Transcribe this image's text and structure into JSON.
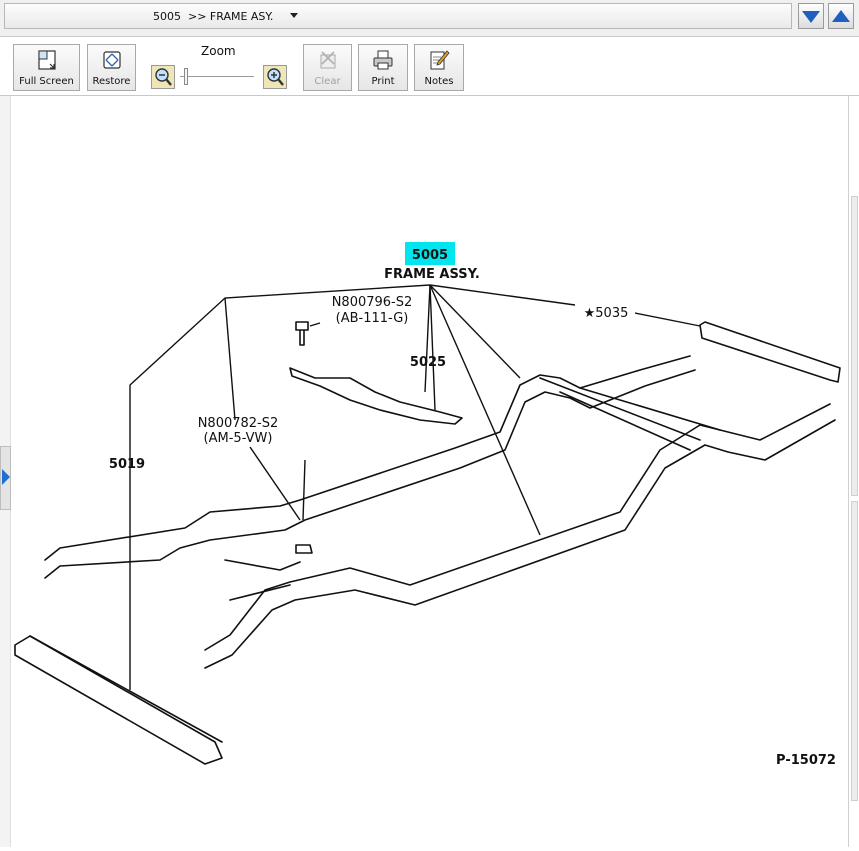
{
  "breadcrumb": {
    "text": "5005  >> FRAME ASY."
  },
  "toolbar": {
    "full_screen": "Full Screen",
    "restore": "Restore",
    "zoom": "Zoom",
    "clear": "Clear",
    "print": "Print",
    "notes": "Notes"
  },
  "diagram": {
    "highlight_part": "5005",
    "assembly_title": "FRAME ASSY.",
    "bolt_part": "N800796-S2",
    "bolt_code": "(AB-111-G)",
    "nut_part": "N800782-S2",
    "nut_code": "(AM-5-VW)",
    "part_5025": "5025",
    "part_5035": "★5035",
    "part_5019": "5019",
    "figure_number": "P-15072"
  },
  "colors": {
    "highlight": "#00e5ee",
    "accent": "#1f5fbf"
  }
}
